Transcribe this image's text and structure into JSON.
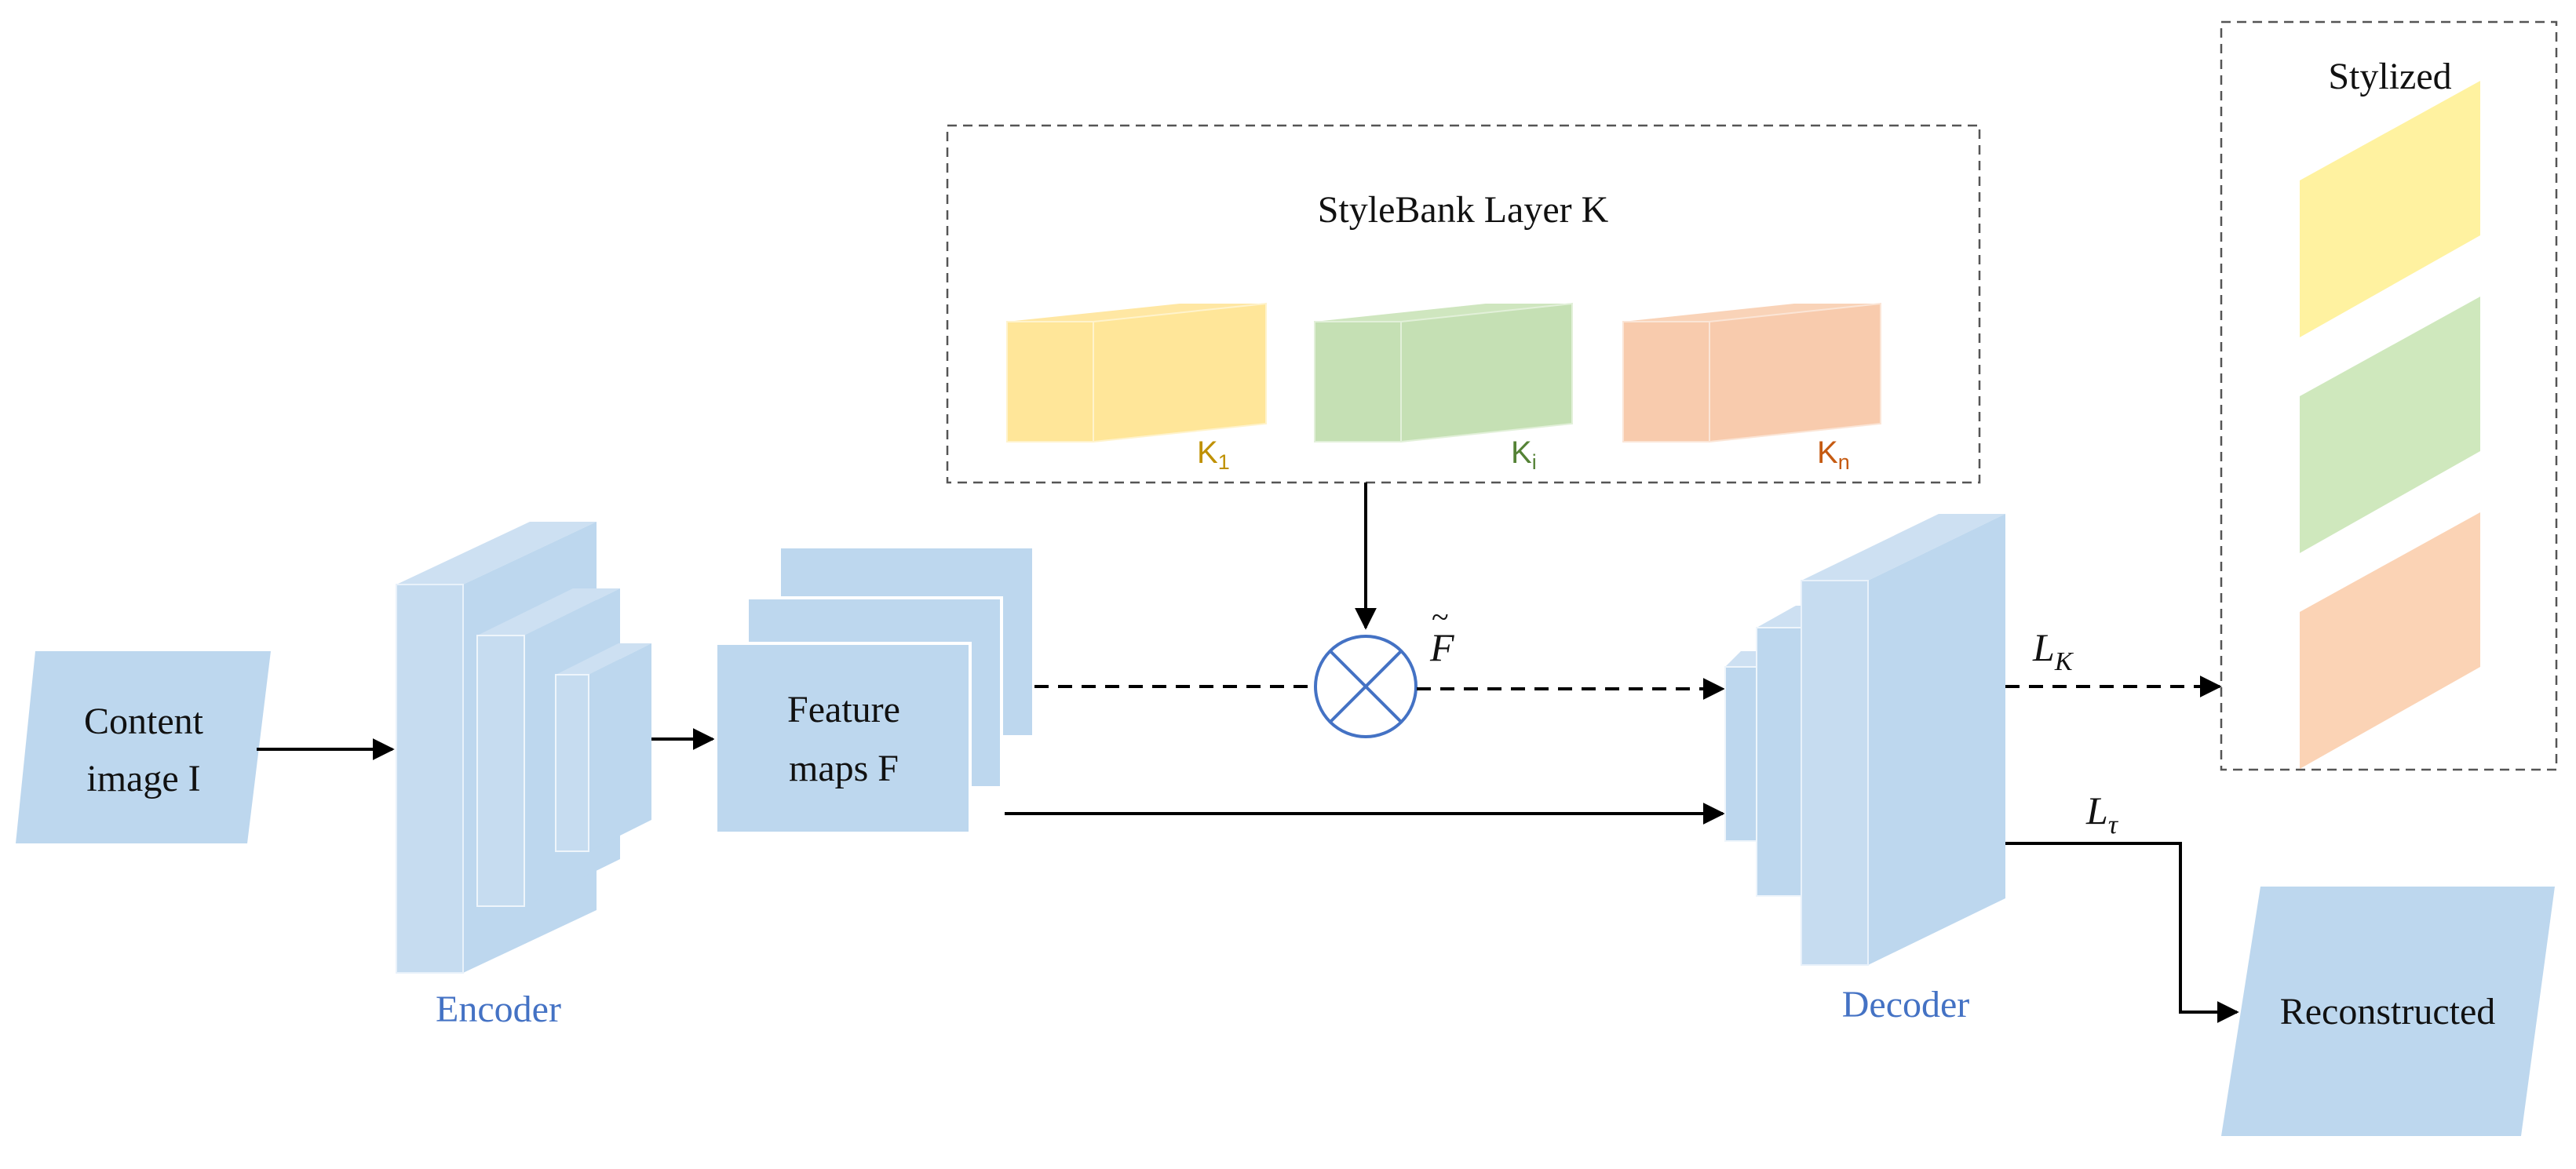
{
  "content_image": {
    "line1": "Content",
    "line2": "image I"
  },
  "encoder": {
    "label": "Encoder"
  },
  "feature_maps": {
    "line1": "Feature",
    "line2": "maps F"
  },
  "stylebank": {
    "title": "StyleBank Layer K",
    "kernels": [
      {
        "base": "K",
        "sub": "1",
        "color": "#ffe699",
        "label_color": "#bf9000"
      },
      {
        "base": "K",
        "sub": "i",
        "color": "#c5e0b4",
        "label_color": "#548235"
      },
      {
        "base": "K",
        "sub": "n",
        "color": "#f8cbad",
        "label_color": "#c55a11"
      }
    ]
  },
  "operator": {
    "symbol": "F",
    "accent": "~"
  },
  "decoder": {
    "label": "Decoder"
  },
  "losses": {
    "stylized_loss": {
      "base": "L",
      "sub": "K"
    },
    "recon_loss": {
      "base": "L",
      "sub": "τ"
    }
  },
  "stylized": {
    "title": "Stylized",
    "outputs": [
      {
        "color": "#fff2a0"
      },
      {
        "color": "#cfe8bd"
      },
      {
        "color": "#fbd3b5"
      }
    ]
  },
  "reconstructed": {
    "label": "Reconstructed"
  },
  "colors": {
    "block": "#bdd7ee",
    "block_dark": "#a9c8e6",
    "arrow": "#000000",
    "accent_blue": "#4472c4",
    "dash_border": "#555555"
  }
}
